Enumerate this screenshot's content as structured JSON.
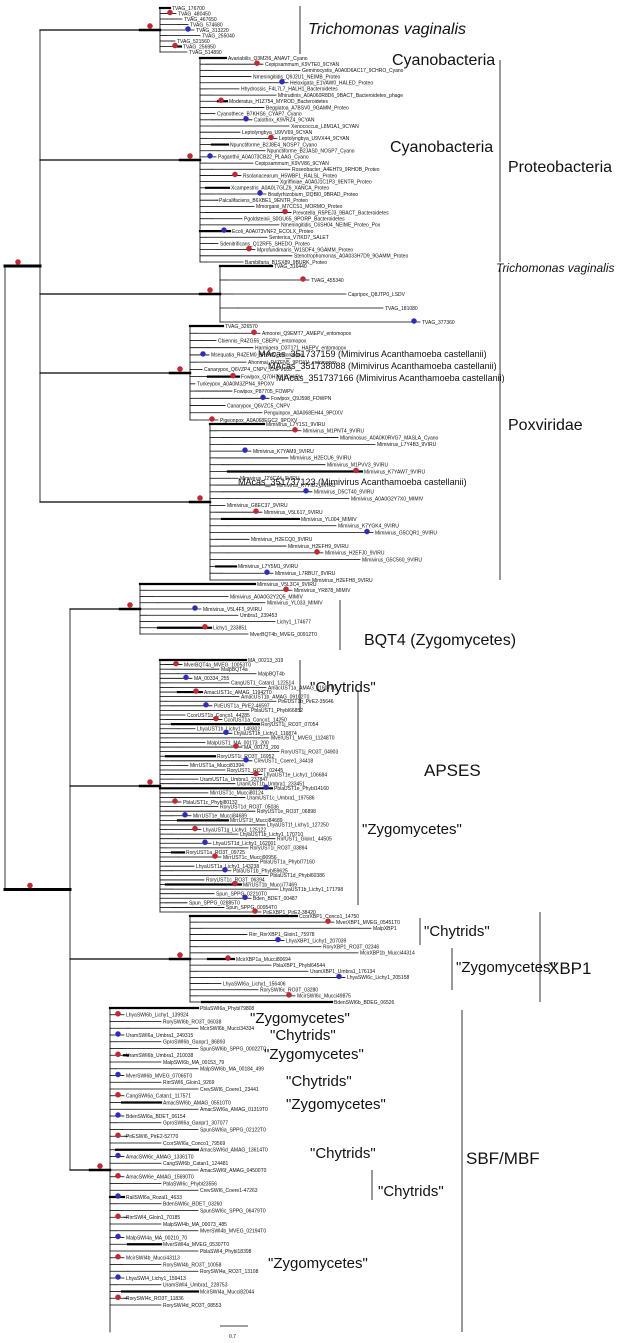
{
  "clade_labels": {
    "trichomonas_top": "Trichomonas vaginalis",
    "cyanobacteria_1": "Cyanobacteria",
    "cyanobacteria_2": "Cyanobacteria",
    "proteobacteria": "Proteobacteria",
    "trichomonas_mid": "Trichomonas vaginalis",
    "poxviridae": "Poxviridae",
    "mimi_1": "MAcas_351737159 (Mimivirus Acanthamoeba castellanii)",
    "mimi_2": "MAcas_351738088 (Mimivirus Acanthamoeba castellanii)",
    "mimi_3": "MAcas_351737166 (Mimivirus Acanthamoeba castellanii)",
    "mimi_4": "MAcas_351737123 (Mimivirus Acanthamoeba castellanii)",
    "bqt4": "BQT4 (Zygomycetes)",
    "chytrids_1": "\"Chytrids\"",
    "apses": "APSES",
    "zygo_1": "\"Zygomycetes\"",
    "chytrids_2": "\"Chytrids\"",
    "zygo_2": "\"Zygomycetes\"",
    "xbp1": "XBP1",
    "zygo_3": "\"Zygomycetes\"",
    "chytrids_3": "\"Chytrids\"",
    "zygo_4": "\"Zygomycetes\"",
    "chytrids_4": "\"Chytrids\"",
    "zygo_5": "\"Zygomycetes\"",
    "chytrids_5": "\"Chytrids\"",
    "sbf_mbf": "SBF/MBF",
    "chytrids_6": "\"Chytrids\"",
    "zygo_6": "\"Zygomycetes\""
  },
  "scale_label": "0.7",
  "leaves": [
    "TVAG_176700",
    "TVAG_480450",
    "TVAG_467650",
    "TVAG_574680",
    "TVAG_313220",
    "TVAG_255040",
    "TVAG_521560",
    "TVAG_256950",
    "TVAG_514890",
    "Avariabilis_Q3M2I6_ANAVT_Cyano",
    "Cepipsammum_K9VTE0_9CYAN",
    "Geminocystis_A0A0D6AC17_9CHRO_Cyano",
    "Nmeningitidis_Q9J2U1_NEIMB_Proteo",
    "Heloxigata_E1VAW0_HALED_Proteo",
    "Hhydrossis_F4L7L7_HALH1_Bacteroidetes",
    "Mhirudinis_A0A060R8D6_9BACT_Bacteroidetes_phage",
    "Moderatus_H1Z754_MYROD_Bacteroidetes",
    "Beggiatoa_A7BSV0_9GAMM_Proteo",
    "Cyanothece_B7KHS6_CYAP7_Cyano",
    "Calothrix_K9VRZ4_9CYAN",
    "Xenococcus_L8M1A1_9CYAN",
    "Leptolyngbya_U9VV69_9CYAN",
    "Leptolyngbya_U9VX44_9CYAN",
    "Npunctiforme_B2J8E4_NOSP7_Cyano",
    "Npunctiforme_B2JAS0_NOSP7_Cyano",
    "Paganthii_A0A073CB22_PLAAG_Cyano",
    "Cepipsammum_K9VV86_9CYAN",
    "Roseobacter_A4EHT9_9RHOB_Proteo",
    "Rsolanacearum_H5WBF1_RALSL_Proteo",
    "Xgriffiniae_A0A0J1C1P3_9ENTR_Proteo",
    "Xcampestris_A0A0L7GLZ6_XANCA_Proteo",
    "Bradyrhizobium_I2QBI0_9BRAD_Proteo",
    "Palcalifaciens_B6XBE1_9ENTR_Proteo",
    "Mmorganii_M7CCS1_MORMO_Proteo",
    "Prevotella_R5PEJ3_9BACT_Bacteroidetes",
    "Pgoldsteinii_S0GU65_9PORP_Bacteroidetes",
    "Nmeningitidis_C6SH04_NEIME_Proteo_Pox",
    "Ecoli_A0A073VNF2_ECOLX_Proteo",
    "Senterica_V7IKD7_SALET",
    "Sdenitrificans_Q12RF5_SHEDO_Proteo",
    "Mprofundimaris_W1SDF4_9GAMM_Proteo",
    "Stenotrophomonas_A0A033H7D9_9GAMM_Proteo",
    "Bambifaria_B1SX89_9BURK_Proteo",
    "TVAG_316440",
    "TVAG_455340",
    "Capripox_Q8JTP0_LSDV",
    "TVAG_181080",
    "TVAG_377360",
    "TVAG_326570",
    "Amoorei_Q9EMT7_AMEPV_entomopox",
    "Cbiennis_R4ZG55_CBEPV_entomopox",
    "Harmigera_D3T171_HAEPV_entomopox",
    "Msequatia_R4ZEM0_9POXV_entomopox",
    "Ahonmai_R4ZEN5_9POXV_entomopox",
    "Canarypox_Q6VZP4_CNPV_CNPV103",
    "Fowlpox_Q70H79_FOWPV",
    "Turkeypox_A0A0M3ZPN4_9POXV",
    "Fowlpox_P87705_FOWPV",
    "Fowlpox_Q9J598_FOWPN",
    "Canarypox_Q6VZC5_CNPV",
    "Penguinpox_A0A068EH44_9POXV",
    "Pigeonpox_A0A068EGC2_9POXV",
    "Mimivirus_L7Y1S1_9VIRU",
    "Mimivirus_M1PNT4_9VIRU",
    "Mlaminosus_A0A0K0RVG7_MASLA_Cyano",
    "Mimivirus_L7Y4B3_9VIRU",
    "Mimivirus_K7YAM9_9VIRU",
    "Mimivirus_H2ECU6_9VIRU",
    "Mimivirus_M1PVV3_9VIRU",
    "Mimivirus_K7YAW7_9VIRU",
    "Mimivirus_J2YCZ4_9VIRU",
    "Mimivirus_K7YID2_9VIRU",
    "Mimivirus_D5CT40_9VIRU",
    "Mimivirus_A0A0G2Y7X0_MIMIV",
    "Mimivirus_G8EC37_9VIRU",
    "Mimivirus_V5L617_9VIRU",
    "Mimivirus_YL004_MIMIV",
    "Mimivirus_K7YGK4_9VIRU",
    "Mimivirus_G5CQR1_9VIRU",
    "Mimivirus_H2ECQ0_9VIRU",
    "Mimivirus_H2EFH9_9VIRU",
    "Mimivirus_H2EFJ0_9VIRU",
    "Mimivirus_G5C560_9VIRU",
    "Mimivirus_L7Y5M1_9VIRU",
    "Mimivirus_L7RBU7_9VIRU",
    "Mimivirus_H2EFH8_9VIRU",
    "Mimivirus_V5L3C4_9VIRU",
    "Mimivirus_YR878_MIMIV",
    "Mimivirus_A0A0G2Y2Q5_MIMIV",
    "Mimivirus_YL033_MIMIV",
    "Mimivirus_V5L4F5_9VIRU",
    "Umbra1_239453",
    "Lichy1_174677",
    "Lichy1_233851",
    "MverBQT4b_MVEG_00912T0",
    "MA_00213_319",
    "MverBQT4a_MVEG_10053T0",
    "MalpBQT4a",
    "MalpBQT4b",
    "MA_00334_255",
    "CangUST1_Catan1_122514",
    "AmacUST1a_AMAG_11607T0",
    "AmacUST1c_AMAG_11942T0",
    "AmacUST1b_AMAG_09102T0",
    "PirEUST1b_PirE2-35646",
    "PirEUST1a_PirE2-46597",
    "PblaUST1_Phybl66852",
    "CcorUST1b_Conco1_44285",
    "CcorUST1a_Conco1_14250",
    "RoryUST1j_RO3T_07054",
    "LhyaUST1h_Lichy1_149302",
    "LhyaUST1h_Lichy1_116874",
    "MverUST1_MVEG_11248T0",
    "MalpUST1_MA_00173_200",
    "MA_00173_200",
    "RoryUST1j_RO3T_04903",
    "RoryUST1i_RO3T_16952",
    "CrevUST1_Coere1_34418",
    "MirrUST1a_Mucci81394",
    "RoryUST1_RO3T_02445",
    "LhyaUST1e_Lichy1_106684",
    "UramUST1a_Umbra1_237847",
    "UramUST1b_Umbra1_233451",
    "PblaUST1e_Phybl14160",
    "MirrUST1c_Mucci80124",
    "UramUST1c_Umbra1_197586",
    "PblaUST1c_Phybl80132",
    "RoryUST1d_RO3T_05036",
    "RoryUST1e_RO3T_06898",
    "MirrUST1e_Mucci84689",
    "MirrUST1f_Mucci84689",
    "LhyaUST1f_Lichy1_127250",
    "LhyaUST1g_Lichy1_125122",
    "LhyaUST1b_Lichy1_170710",
    "RirrUST1_Gloin1_44505",
    "LhyaUST1d_Lichy1_162001",
    "RoryUST1i_RO3T_03894",
    "RoryUST1a_RO3T_09725",
    "MirrUST1c_Mucci90956",
    "PblaUST1a_Phybl77160",
    "LhyaUST1a_Lichy1_143238",
    "PblaUST1b_Phybl59625",
    "PblaUST1d_Phybl60386",
    "RoryUST1c_RO3T_06394",
    "MirrUST1b_Mucci77469",
    "LhyaUST1b_Lichy1_171798",
    "Spun_SPPG_02210T0",
    "Bden_BDET_00487",
    "Spun_SPPG_02885T0",
    "Spun_SPPG_00954T0",
    "PirEXBP1_PirE2-38420",
    "CcorXBP1_Conco1_14750",
    "MverXBP1_MVEG_05451T0",
    "MalpXBP1",
    "Rirr_RirrXBP1_Gloin1_75978",
    "LhyaXBP1_Lichy1_207039",
    "RoryXBP1_RO3T_02346",
    "McirXBP1b_Mucci44314",
    "McirXBP1a_Mucci80694",
    "PblaXBP1_Phybl64544",
    "UramXBP1_Umbra1_176134",
    "LhyaSWI6c_Lichy1_205158",
    "LhyaSWI6a_Lichy1_156406",
    "RorySWI6c_RO3T_03280",
    "McirSWI6c_Mucci49875",
    "BdenSWI6b_BDEG_06526",
    "PblaSWI6a_Phybl79808",
    "LhyaSWI6b_Lichy1_139924",
    "RorySWI6b_RO3T_06038",
    "McirSWI6b_Mucci34334",
    "UramSWI6a_Umbra1_249315",
    "GproSWI6b_Ganpr1_86893",
    "SpunSWI6b_SPPG_00022T0",
    "UramSWI6b_Umbra1_210038",
    "MalpSWI6b_MA_00153_79",
    "MalpSWI6b_MA_00184_499",
    "MverSWI6b_MVEG_07065T0",
    "RirrSWI6_Gloin1_9269",
    "CrevSWI6_Coere1_23441",
    "CangSWI6a_Catan1_117571",
    "AmacSWI6b_AMAG_05510T0",
    "AmacSWI6a_AMAG_01319T0",
    "BdenSWI6a_BDET_06154",
    "GproSWI6a_Ganpr1_307077",
    "SpunSWI6a_SPPG_02122T0",
    "PirESWI6_PirE2-52770",
    "CcorSWI6a_Conco1_79569",
    "AmacSWI6d_AMAG_13614T0",
    "AmacSWI6c_AMAG_13361T0",
    "CangSWI6b_Catan1_124481",
    "AmacSWI6f_AMAG_04500T0",
    "AmacSWI6e_AMAG_15690T0",
    "PblaSWI6c_Phybl23556",
    "CrevSWI6_Coere1-47263",
    "RallSWI6a_Rozal1_4633",
    "BdenSWI6c_BDET_03260",
    "SpunSWI6c_SPPG_06479T0",
    "RirrSWI4_Gloin1_70185",
    "MalpSWI4b_MA_00073_485",
    "MverSWI4b_MVEG_02194T0",
    "MalpSWI4a_MA_00210_70",
    "MverSWI4a_MVEG_05307T0",
    "PblaSWI4_Phybl18398",
    "McirSWI4b_Mucci43113",
    "RorySWI4b_RO3T_10058",
    "RorySWI4a_RO3T_13108",
    "LhyaSWI4_Lichy1_159413",
    "UramSWI4_Umbra1_228753",
    "McirSWI4a_Mucci82044",
    "RorySWI4c_RO3T_11836",
    "RorySWI4d_RO3T_08553"
  ]
}
